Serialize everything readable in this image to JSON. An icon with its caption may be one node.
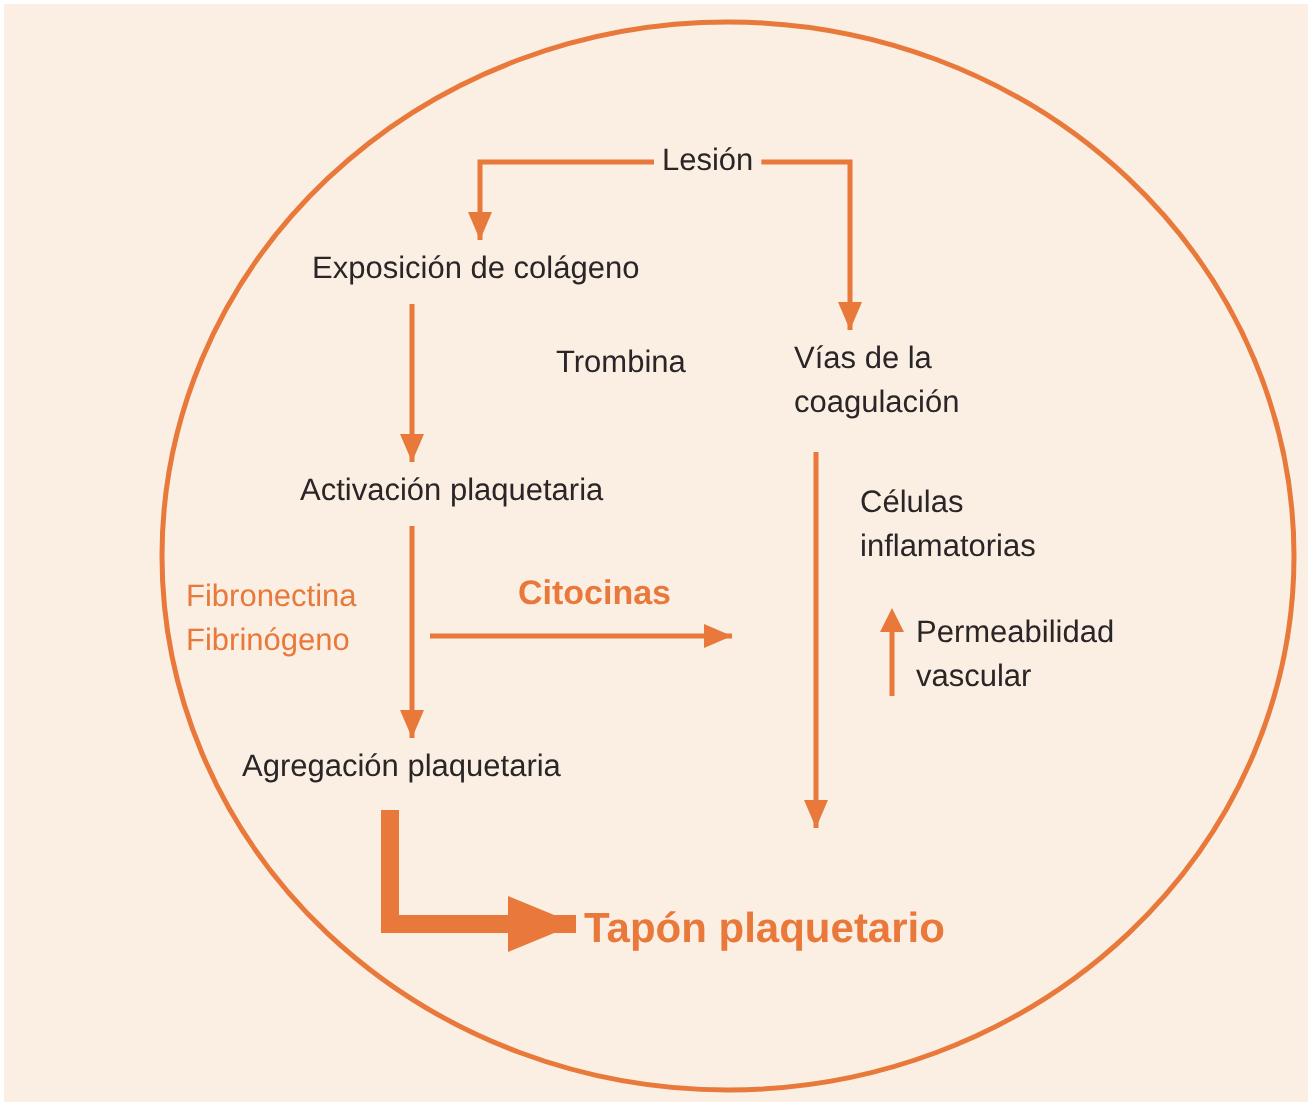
{
  "diagram": {
    "nodes": [
      {
        "text": [
          "Lesión"
        ]
      },
      {
        "text": [
          "Exposición de colágeno"
        ]
      },
      {
        "text": [
          "Vías de la coagulación"
        ]
      },
      {
        "text": [
          "Activación plaquetaria"
        ]
      },
      {
        "text": [
          "Fibronectina Fibrinógeno"
        ]
      },
      {
        "text": [
          "Agregación plaquetaria"
        ]
      },
      {
        "text": [
          "Tapón plaquetario"
        ]
      }
    ],
    "edges": [
      {
        "from": 0,
        "to": 1,
        "arrow": "to"
      },
      {
        "from": 0,
        "to": 2,
        "arrow": "to"
      },
      {
        "from": 1,
        "to": 3,
        "arrow": "to"
      },
      {
        "from": 3,
        "to": 5,
        "arrow": "to"
      },
      {
        "from": 2,
        "to": null,
        "arrow": "to"
      },
      {
        "from": 4,
        "to": null,
        "arrow": "to",
        "label": "Citocinas"
      },
      {
        "from": 5,
        "to": 6,
        "arrow": "to",
        "style": "thick"
      }
    ],
    "labels": [
      "Trombina",
      "Células inflamatorias",
      "Permeabilidad vascular"
    ]
  }
}
